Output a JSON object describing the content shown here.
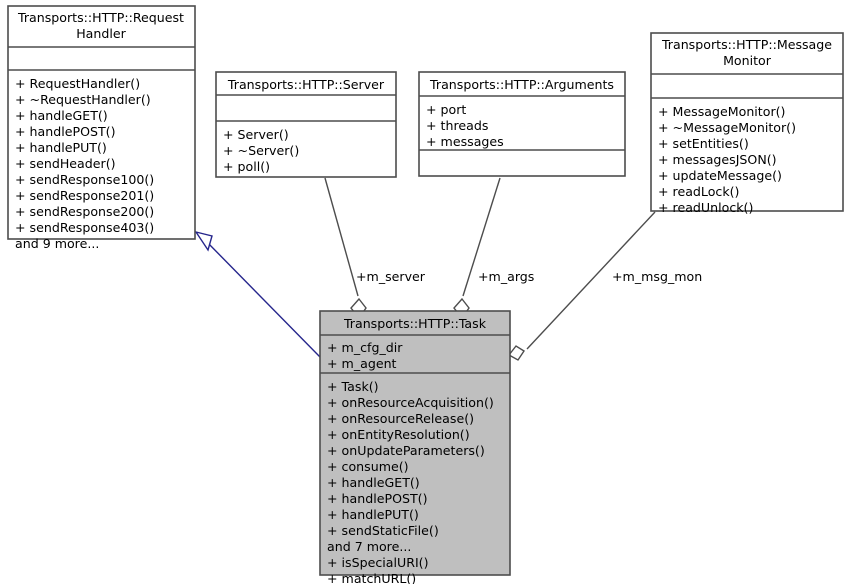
{
  "diagram": {
    "type": "uml-class-diagram",
    "background_color": "#ffffff",
    "border_color": "#4d4d4d",
    "highlight_fill": "#bfbfbf",
    "inheritance_color": "#26268c",
    "classes": [
      {
        "id": "request-handler",
        "name_lines": [
          "Transports::HTTP::Request",
          "Handler"
        ],
        "attributes": [],
        "methods": [
          "+ RequestHandler()",
          "+ ~RequestHandler()",
          "+ handleGET()",
          "+ handlePOST()",
          "+ handlePUT()",
          "+ sendHeader()",
          "+ sendResponse100()",
          "+ sendResponse201()",
          "+ sendResponse200()",
          "+ sendResponse403()",
          "and 9 more..."
        ],
        "highlighted": false
      },
      {
        "id": "server",
        "name_lines": [
          "Transports::HTTP::Server"
        ],
        "attributes": [],
        "methods": [
          "+ Server()",
          "+ ~Server()",
          "+ poll()"
        ],
        "highlighted": false
      },
      {
        "id": "arguments",
        "name_lines": [
          "Transports::HTTP::Arguments"
        ],
        "attributes": [
          "+ port",
          "+ threads",
          "+ messages"
        ],
        "methods": [],
        "highlighted": false
      },
      {
        "id": "message-monitor",
        "name_lines": [
          "Transports::HTTP::Message",
          "Monitor"
        ],
        "attributes": [],
        "methods": [
          "+ MessageMonitor()",
          "+ ~MessageMonitor()",
          "+ setEntities()",
          "+ messagesJSON()",
          "+ updateMessage()",
          "+ readLock()",
          "+ readUnlock()"
        ],
        "highlighted": false
      },
      {
        "id": "task",
        "name_lines": [
          "Transports::HTTP::Task"
        ],
        "attributes": [
          "+ m_cfg_dir",
          "+ m_agent"
        ],
        "methods": [
          "+ Task()",
          "+ onResourceAcquisition()",
          "+ onResourceRelease()",
          "+ onEntityResolution()",
          "+ onUpdateParameters()",
          "+ consume()",
          "+ handleGET()",
          "+ handlePOST()",
          "+ handlePUT()",
          "+ sendStaticFile()",
          "and 7 more...",
          "+ isSpecialURI()",
          "+ matchURL()"
        ],
        "highlighted": true
      }
    ],
    "relations": [
      {
        "id": "task-inherits-request-handler",
        "kind": "inheritance",
        "from": "task",
        "to": "request-handler",
        "label": ""
      },
      {
        "id": "task-has-server",
        "kind": "aggregation",
        "from": "server",
        "to": "task",
        "label": "+m_server"
      },
      {
        "id": "task-has-args",
        "kind": "aggregation",
        "from": "arguments",
        "to": "task",
        "label": "+m_args"
      },
      {
        "id": "task-has-msg-mon",
        "kind": "aggregation",
        "from": "message-monitor",
        "to": "task",
        "label": "+m_msg_mon"
      }
    ]
  }
}
